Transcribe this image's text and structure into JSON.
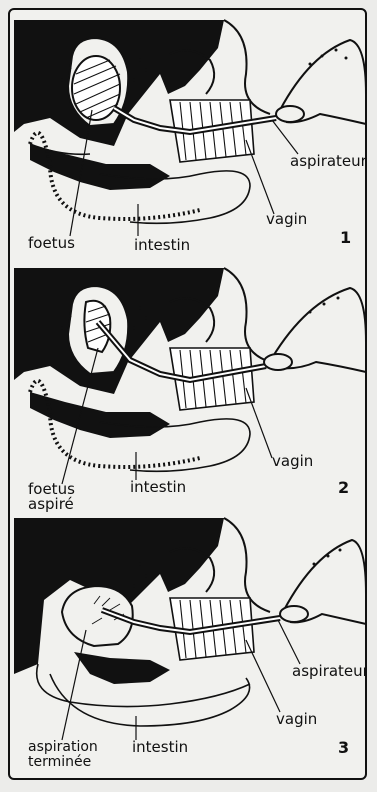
{
  "panels": [
    {
      "number": "1",
      "labels": {
        "aspirateur": "aspirateur",
        "vagin": "vagin",
        "foetus": "foetus",
        "intestin": "intestin"
      }
    },
    {
      "number": "2",
      "labels": {
        "vagin": "vagin",
        "foetus_line1": "foetus",
        "foetus_line2": "aspiré",
        "intestin": "intestin"
      }
    },
    {
      "number": "3",
      "labels": {
        "aspirateur": "aspirateur",
        "vagin": "vagin",
        "aspiration_line1": "aspiration",
        "aspiration_line2": "terminée",
        "intestin": "intestin"
      }
    }
  ],
  "colors": {
    "ink": "#111111",
    "paper": "#f1f1ee"
  }
}
